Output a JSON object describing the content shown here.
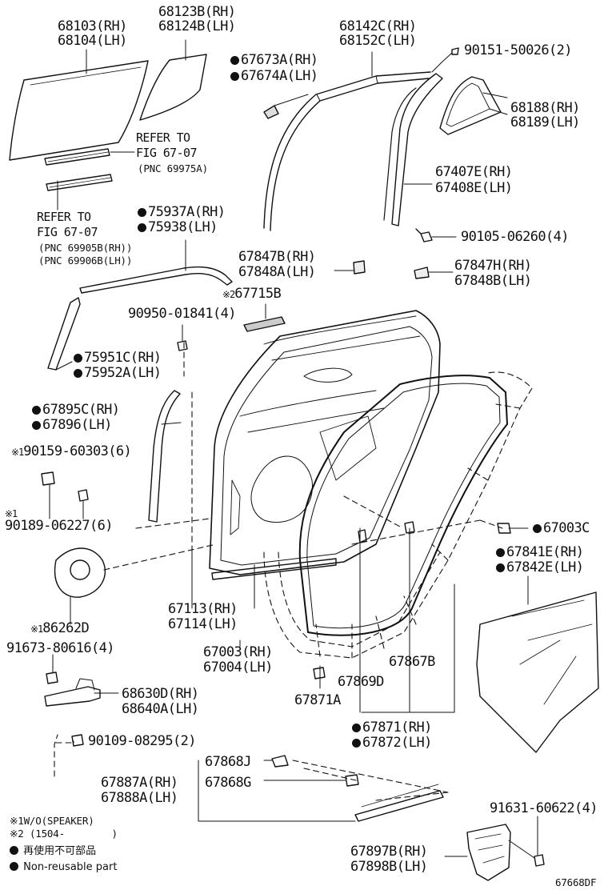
{
  "callouts": {
    "glass_main": [
      "68103(RH)",
      "68104(LH)"
    ],
    "glass_quarter": [
      "68123B(RH)",
      "68124B(LH)"
    ],
    "run_channel": [
      "68142C(RH)",
      "68152C(LH)"
    ],
    "bolt_90151": "90151-50026(2)",
    "clip_67673": [
      "67673A(RH)",
      "67674A(LH)"
    ],
    "frame_68188": [
      "68188(RH)",
      "68189(LH)"
    ],
    "refer_1": [
      "REFER TO",
      "FIG 67-07",
      "(PNC 69975A)"
    ],
    "refer_2": [
      "REFER TO",
      "FIG 67-07",
      "(PNC 69905B(RH))",
      "(PNC 69906B(LH))"
    ],
    "sash_67407": [
      "67407E(RH)",
      "67408E(LH)"
    ],
    "bolt_90105": "90105-06260(4)",
    "moulding_75937": [
      "75937A(RH)",
      "75938(LH)"
    ],
    "cushion_67847": [
      "67847B(RH)",
      "67848A(LH)"
    ],
    "cushion_67847h": [
      "67847H(RH)",
      "67848B(LH)"
    ],
    "seal_67715": [
      "※2",
      "67715B"
    ],
    "clip_90950": "90950-01841(4)",
    "moulding_75951": [
      "75951C(RH)",
      "75952A(LH)"
    ],
    "weatherstrip_67895": [
      "67895C(RH)",
      "67896(LH)"
    ],
    "clip_90159": [
      "※1",
      "90159-60303(6)"
    ],
    "clip_90189": [
      "※1",
      "90189-06227(6)"
    ],
    "plug_67003c": "67003C",
    "cover_67841": [
      "67841E(RH)",
      "67842E(LH)"
    ],
    "panel_67113": [
      "67113(RH)",
      "67114(LH)"
    ],
    "panel_67003": [
      "67003(RH)",
      "67004(LH)"
    ],
    "speaker_86262": [
      "※1",
      "86262D"
    ],
    "bolt_91673": "91673-80616(4)",
    "check_68630": [
      "68630D(RH)",
      "68640A(LH)"
    ],
    "weather_67867": "67867B",
    "seal_67869": "67869D",
    "clip_67871": "67871A",
    "weather_67871": [
      "67871(RH)",
      "67872(LH)"
    ],
    "bolt_90109": "90109-08295(2)",
    "clip_67868j": "67868J",
    "clip_67868g": "67868G",
    "strip_67887": [
      "67887A(RH)",
      "67888A(LH)"
    ],
    "bolt_91631": "91631-60622(4)",
    "bracket_67897": [
      "67897B(RH)",
      "67898B(LH)"
    ]
  },
  "legend": {
    "note1": [
      "※1",
      "W/O(SPEAKER)"
    ],
    "note2": [
      "※2",
      "(1504-",
      ")"
    ],
    "jp": "再使用不可部品",
    "en": "Non-reusable part"
  },
  "figure_id": "67668DF"
}
